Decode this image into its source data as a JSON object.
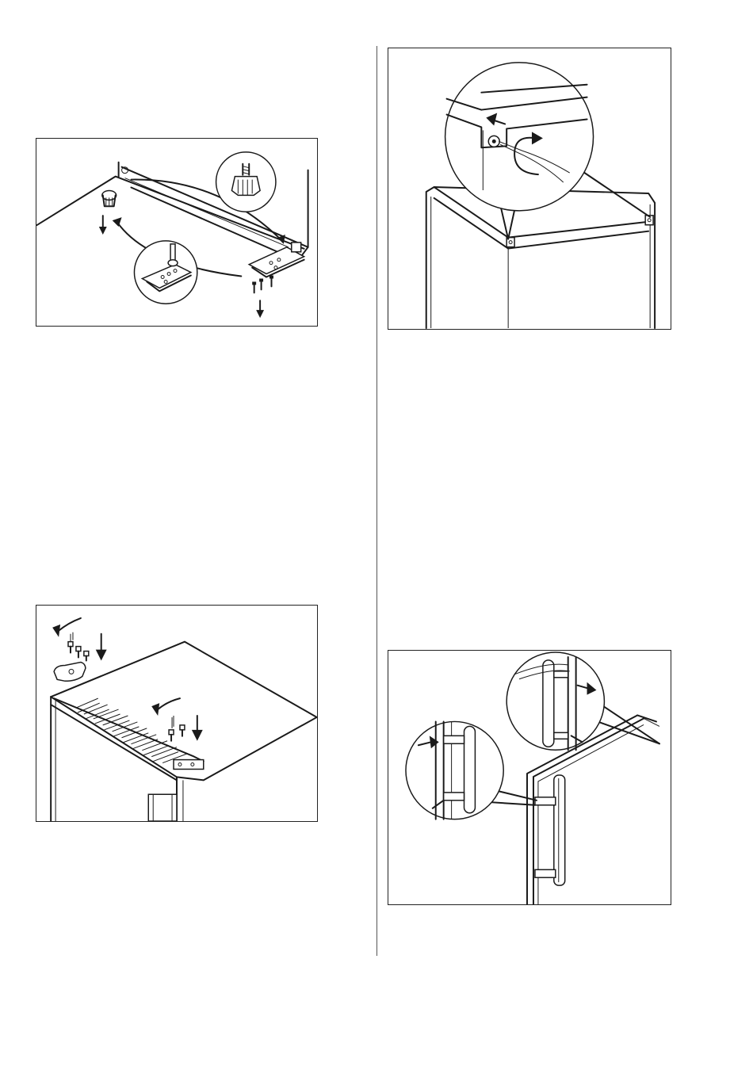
{
  "figures": [
    {
      "id": "fig1",
      "icons": [
        "foot-icon",
        "hinge-plate-icon",
        "screw-icon",
        "arrow-down-icon"
      ]
    },
    {
      "id": "fig2",
      "icons": [
        "cover-screw-icon",
        "rotate-arrow-icon",
        "arrow-left-icon"
      ]
    },
    {
      "id": "fig3",
      "icons": [
        "hinge-cover-icon",
        "rotate-arrow-icon",
        "screw-icon",
        "arrow-down-icon"
      ]
    },
    {
      "id": "fig4",
      "icons": [
        "door-handle-icon",
        "screw-icon",
        "arrow-right-icon"
      ]
    }
  ]
}
